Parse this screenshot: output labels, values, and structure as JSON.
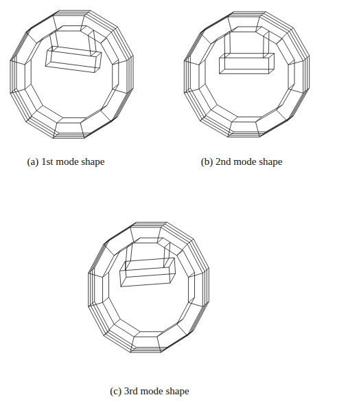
{
  "diagram": {
    "labels": [
      "(a) 1st mode shape",
      "(b) 2nd mode shape",
      "(c) 3rd mode shape"
    ]
  }
}
